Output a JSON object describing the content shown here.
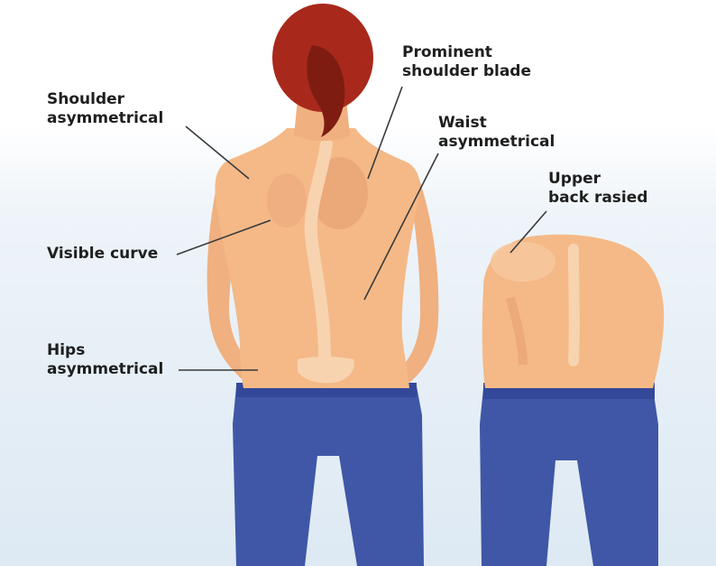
{
  "labels": {
    "shoulder_asymmetrical": {
      "line1": "Shoulder",
      "line2": "asymmetrical"
    },
    "prominent_shoulder_blade": {
      "line1": "Prominent",
      "line2": "shoulder blade"
    },
    "waist_asymmetrical": {
      "line1": "Waist",
      "line2": "asymmetrical"
    },
    "upper_back_raised": {
      "line1": "Upper",
      "line2": "back rasied"
    },
    "visible_curve": {
      "line1": "Visible curve"
    },
    "hips_asymmetrical": {
      "line1": "Hips",
      "line2": "asymmetrical"
    }
  },
  "colors": {
    "skin": "#f4b987",
    "skin_shadow": "#e49a6c",
    "spine_highlight": "#f8d3b0",
    "hair": "#a8291b",
    "hair_dark": "#7e1c12",
    "pants": "#3f57a6",
    "waistband": "#34489a",
    "leader_line": "#3a3a3a",
    "text": "#1f1f1f"
  }
}
